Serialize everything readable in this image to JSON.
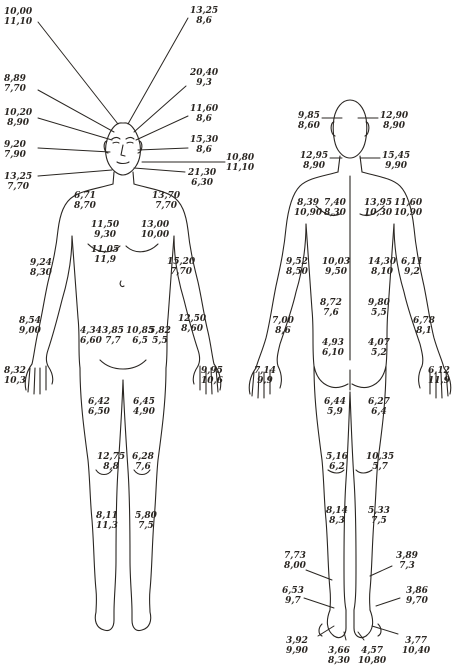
{
  "front_labels": [
    {
      "id": "f01",
      "a": "10,00",
      "b": "11,10"
    },
    {
      "id": "f02",
      "a": "13,25",
      "b": "8,6"
    },
    {
      "id": "f03",
      "a": "8,89",
      "b": "7,70"
    },
    {
      "id": "f04",
      "a": "20,40",
      "b": "9,3"
    },
    {
      "id": "f05",
      "a": "10,20",
      "b": "8,90"
    },
    {
      "id": "f06",
      "a": "11,60",
      "b": "8,6"
    },
    {
      "id": "f07",
      "a": "9,20",
      "b": "7,90"
    },
    {
      "id": "f08",
      "a": "15,30",
      "b": "8,6"
    },
    {
      "id": "f09",
      "a": "10,80",
      "b": "11,10"
    },
    {
      "id": "f10",
      "a": "13,25",
      "b": "7,70"
    },
    {
      "id": "f11",
      "a": "21,30",
      "b": "6,30"
    },
    {
      "id": "f12",
      "a": "6,71",
      "b": "8,70"
    },
    {
      "id": "f13",
      "a": "13,70",
      "b": "7,70"
    },
    {
      "id": "f14",
      "a": "11,50",
      "b": "9,30"
    },
    {
      "id": "f15",
      "a": "13,00",
      "b": "10,00"
    },
    {
      "id": "f16",
      "a": "11,05",
      "b": "11,9"
    },
    {
      "id": "f17",
      "a": "9,24",
      "b": "8,30"
    },
    {
      "id": "f18",
      "a": "15,20",
      "b": "7,70"
    },
    {
      "id": "f19",
      "a": "8,54",
      "b": "9,00"
    },
    {
      "id": "f20",
      "a": "4,34",
      "b": "6,60"
    },
    {
      "id": "f21",
      "a": "3,85",
      "b": "7,7"
    },
    {
      "id": "f22",
      "a": "10,85",
      "b": "6,5"
    },
    {
      "id": "f23",
      "a": "5,82",
      "b": "5,5"
    },
    {
      "id": "f24",
      "a": "12,50",
      "b": "8,60"
    },
    {
      "id": "f25",
      "a": "8,32",
      "b": "10,3"
    },
    {
      "id": "f26",
      "a": "9,95",
      "b": "10,6"
    },
    {
      "id": "f27",
      "a": "6,42",
      "b": "6,50"
    },
    {
      "id": "f28",
      "a": "6,45",
      "b": "4,90"
    },
    {
      "id": "f29",
      "a": "12,75",
      "b": "8,8"
    },
    {
      "id": "f30",
      "a": "6,28",
      "b": "7,6"
    },
    {
      "id": "f31",
      "a": "8,11",
      "b": "11,3"
    },
    {
      "id": "f32",
      "a": "5,80",
      "b": "7,5"
    }
  ],
  "back_labels": [
    {
      "id": "b01",
      "a": "9,85",
      "b": "8,60"
    },
    {
      "id": "b02",
      "a": "12,90",
      "b": "8,90"
    },
    {
      "id": "b03",
      "a": "12,95",
      "b": "8,90"
    },
    {
      "id": "b04",
      "a": "15,45",
      "b": "9,90"
    },
    {
      "id": "b05",
      "a": "8,39",
      "b": "10,90"
    },
    {
      "id": "b06",
      "a": "7,40",
      "b": "8,30"
    },
    {
      "id": "b07",
      "a": "13,95",
      "b": "10,30"
    },
    {
      "id": "b08",
      "a": "11,60",
      "b": "10,90"
    },
    {
      "id": "b09",
      "a": "9,52",
      "b": "8,50"
    },
    {
      "id": "b10",
      "a": "10,03",
      "b": "9,50"
    },
    {
      "id": "b11",
      "a": "14,30",
      "b": "8,10"
    },
    {
      "id": "b12",
      "a": "6,11",
      "b": "9,2"
    },
    {
      "id": "b13",
      "a": "8,72",
      "b": "7,6"
    },
    {
      "id": "b14",
      "a": "9,80",
      "b": "5,5"
    },
    {
      "id": "b15",
      "a": "7,00",
      "b": "8,6"
    },
    {
      "id": "b16",
      "a": "6,78",
      "b": "8,1"
    },
    {
      "id": "b17",
      "a": "4,93",
      "b": "6,10"
    },
    {
      "id": "b18",
      "a": "4,07",
      "b": "5,2"
    },
    {
      "id": "b19",
      "a": "7,14",
      "b": "9,9"
    },
    {
      "id": "b20",
      "a": "6,12",
      "b": "11,9"
    },
    {
      "id": "b21",
      "a": "6,44",
      "b": "5,9"
    },
    {
      "id": "b22",
      "a": "6,27",
      "b": "6,4"
    },
    {
      "id": "b23",
      "a": "5,16",
      "b": "6,2"
    },
    {
      "id": "b24",
      "a": "10,35",
      "b": "5,7"
    },
    {
      "id": "b25",
      "a": "8,14",
      "b": "8,3"
    },
    {
      "id": "b26",
      "a": "5,33",
      "b": "7,5"
    },
    {
      "id": "b27",
      "a": "7,73",
      "b": "8,00"
    },
    {
      "id": "b28",
      "a": "3,89",
      "b": "7,3"
    },
    {
      "id": "b29",
      "a": "6,53",
      "b": "9,7"
    },
    {
      "id": "b30",
      "a": "3,86",
      "b": "9,70"
    },
    {
      "id": "b31",
      "a": "3,92",
      "b": "9,90"
    },
    {
      "id": "b32",
      "a": "3,66",
      "b": "8,30"
    },
    {
      "id": "b33",
      "a": "4,57",
      "b": "10,80"
    },
    {
      "id": "b34",
      "a": "3,77",
      "b": "10,40"
    }
  ]
}
